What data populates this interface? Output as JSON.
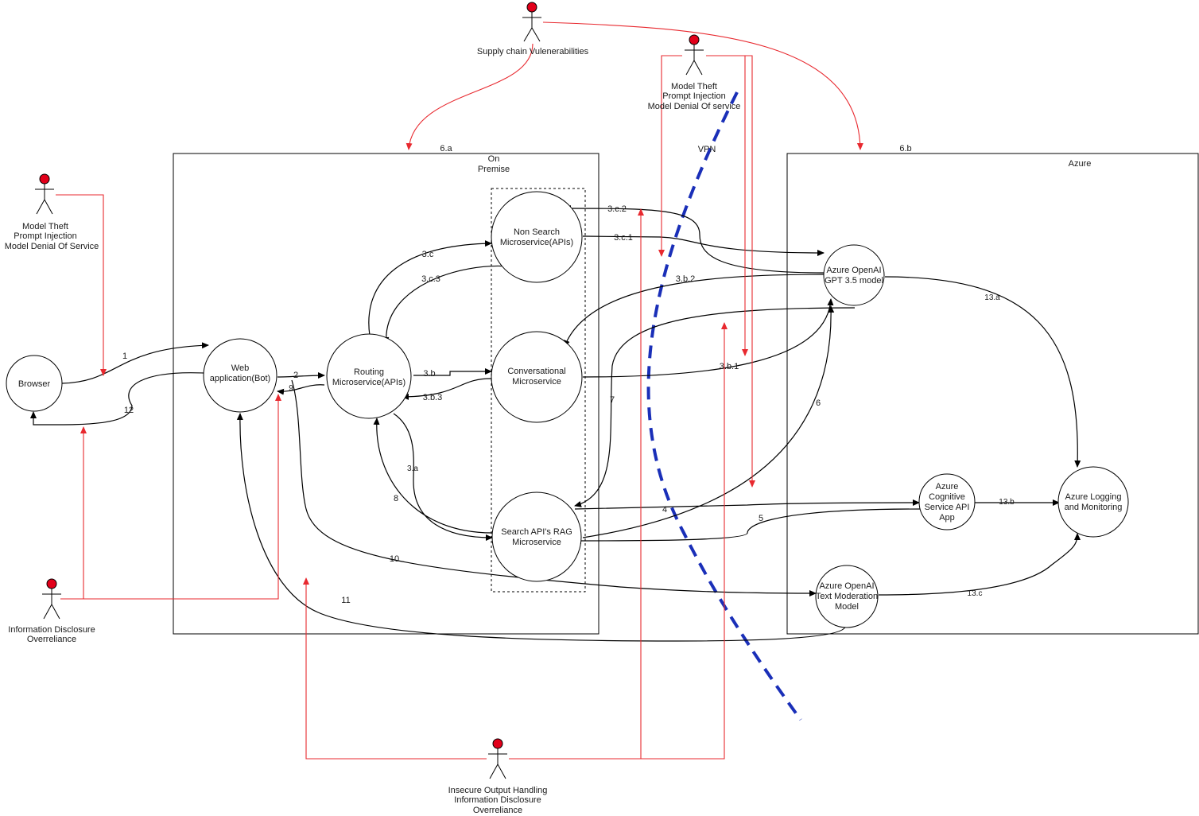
{
  "colors": {
    "threat": "#e8292f",
    "actor_head": "#e2001a",
    "vpn": "#1a2fb8",
    "line": "#000000"
  },
  "boundaries": {
    "on_premise": {
      "tag": "6.a",
      "title_line1": "On",
      "title_line2": "Premise"
    },
    "azure": {
      "tag": "6.b",
      "title": "Azure"
    },
    "vpn": "VPN"
  },
  "nodes": {
    "browser": [
      "Browser"
    ],
    "web_app": [
      "Web",
      "application(Bot)"
    ],
    "routing": [
      "Routing",
      "Microservice(APIs)"
    ],
    "non_search": [
      "Non Search",
      "Microservice(APIs)"
    ],
    "conversational": [
      "Conversational",
      "Microservice"
    ],
    "search_rag": [
      "Search API's RAG",
      "Microservice"
    ],
    "openai_gpt": [
      "Azure OpenAI",
      "GPT 3.5 model"
    ],
    "cognitive": [
      "Azure",
      "Cognitive",
      "Service API",
      "App"
    ],
    "logging": [
      "Azure Logging",
      "and Monitoring"
    ],
    "moderation": [
      "Azure OpenAI",
      "Text Moderation",
      "Model"
    ]
  },
  "actors": {
    "supply_chain": [
      "Supply chain Vulenerabilities"
    ],
    "top_threats": [
      "Model Theft",
      "Prompt Injection",
      "Model Denial Of service"
    ],
    "left_threats": [
      "Model Theft",
      "Prompt Injection",
      "Model Denial Of Service"
    ],
    "info_disclosure": [
      "Information Disclosure",
      "Overreliance"
    ],
    "insecure_output": [
      "Insecure Output Handling",
      "Information Disclosure",
      "Overreliance"
    ]
  },
  "edges": {
    "e1": "1",
    "e2": "2",
    "e9": "9",
    "e12": "12",
    "e3a": "3.a",
    "e3b": "3.b",
    "e3b1": "3.b.1",
    "e3b2": "3.b.2",
    "e3b3": "3.b.3",
    "e3c": "3.c",
    "e3c1": "3.c.1",
    "e3c2": "3.c.2",
    "e3c3": "3.c.3",
    "e4": "4",
    "e5": "5",
    "e6": "6",
    "e7": "7",
    "e8": "8",
    "e10": "10",
    "e11": "11",
    "e13a": "13.a",
    "e13b": "13.b",
    "e13c": "13.c"
  }
}
